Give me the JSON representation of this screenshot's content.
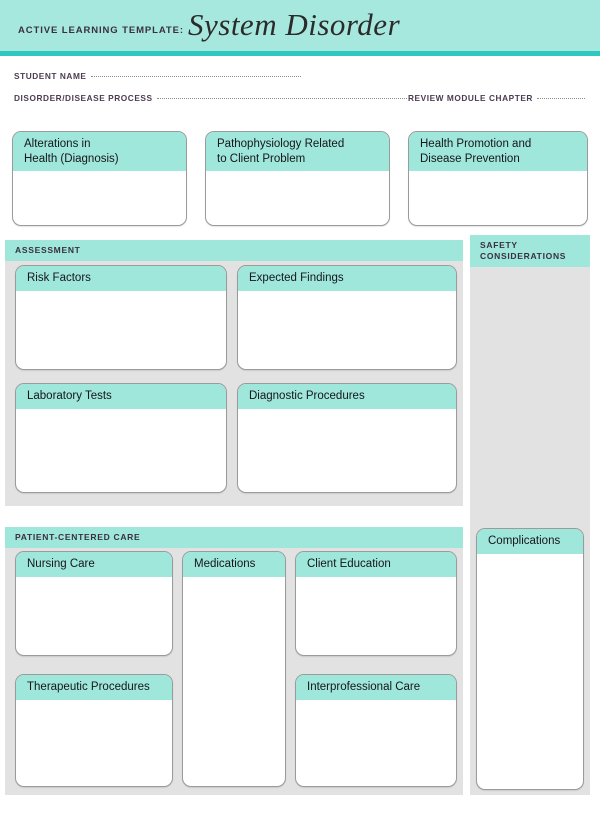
{
  "header": {
    "label": "ACTIVE LEARNING TEMPLATE:",
    "title": "System Disorder",
    "band_color": "#a6e8de",
    "rule_color": "#2dc9c0"
  },
  "meta": {
    "student_name_label": "STUDENT NAME",
    "disorder_label": "DISORDER/DISEASE PROCESS",
    "review_module_label": "REVIEW MODULE CHAPTER",
    "student_name_value": "",
    "disorder_value": "",
    "review_module_value": ""
  },
  "top_row": {
    "alterations": {
      "title": "Alterations in\nHealth (Diagnosis)",
      "value": ""
    },
    "pathophysiology": {
      "title": "Pathophysiology Related\nto Client Problem",
      "value": ""
    },
    "health_promotion": {
      "title": "Health Promotion and\nDisease Prevention",
      "value": ""
    }
  },
  "assessment": {
    "section_title": "ASSESSMENT",
    "risk_factors": {
      "title": "Risk Factors",
      "value": ""
    },
    "expected_findings": {
      "title": "Expected Findings",
      "value": ""
    },
    "laboratory_tests": {
      "title": "Laboratory Tests",
      "value": ""
    },
    "diagnostic_procedures": {
      "title": "Diagnostic Procedures",
      "value": ""
    }
  },
  "patient_centered_care": {
    "section_title": "PATIENT-CENTERED CARE",
    "nursing_care": {
      "title": "Nursing Care",
      "value": ""
    },
    "medications": {
      "title": "Medications",
      "value": ""
    },
    "client_education": {
      "title": "Client Education",
      "value": ""
    },
    "therapeutic_procedures": {
      "title": "Therapeutic Procedures",
      "value": ""
    },
    "interprofessional_care": {
      "title": "Interprofessional Care",
      "value": ""
    }
  },
  "safety": {
    "section_title": "SAFETY\nCONSIDERATIONS",
    "value": "",
    "complications": {
      "title": "Complications",
      "value": ""
    }
  },
  "colors": {
    "teal_header": "#9fe6db",
    "teal_band": "#a6e8de",
    "teal_rule": "#2dc9c0",
    "panel_gray": "#e2e2e2",
    "card_border": "#9b9b9b",
    "label_text": "#4c3b52"
  }
}
